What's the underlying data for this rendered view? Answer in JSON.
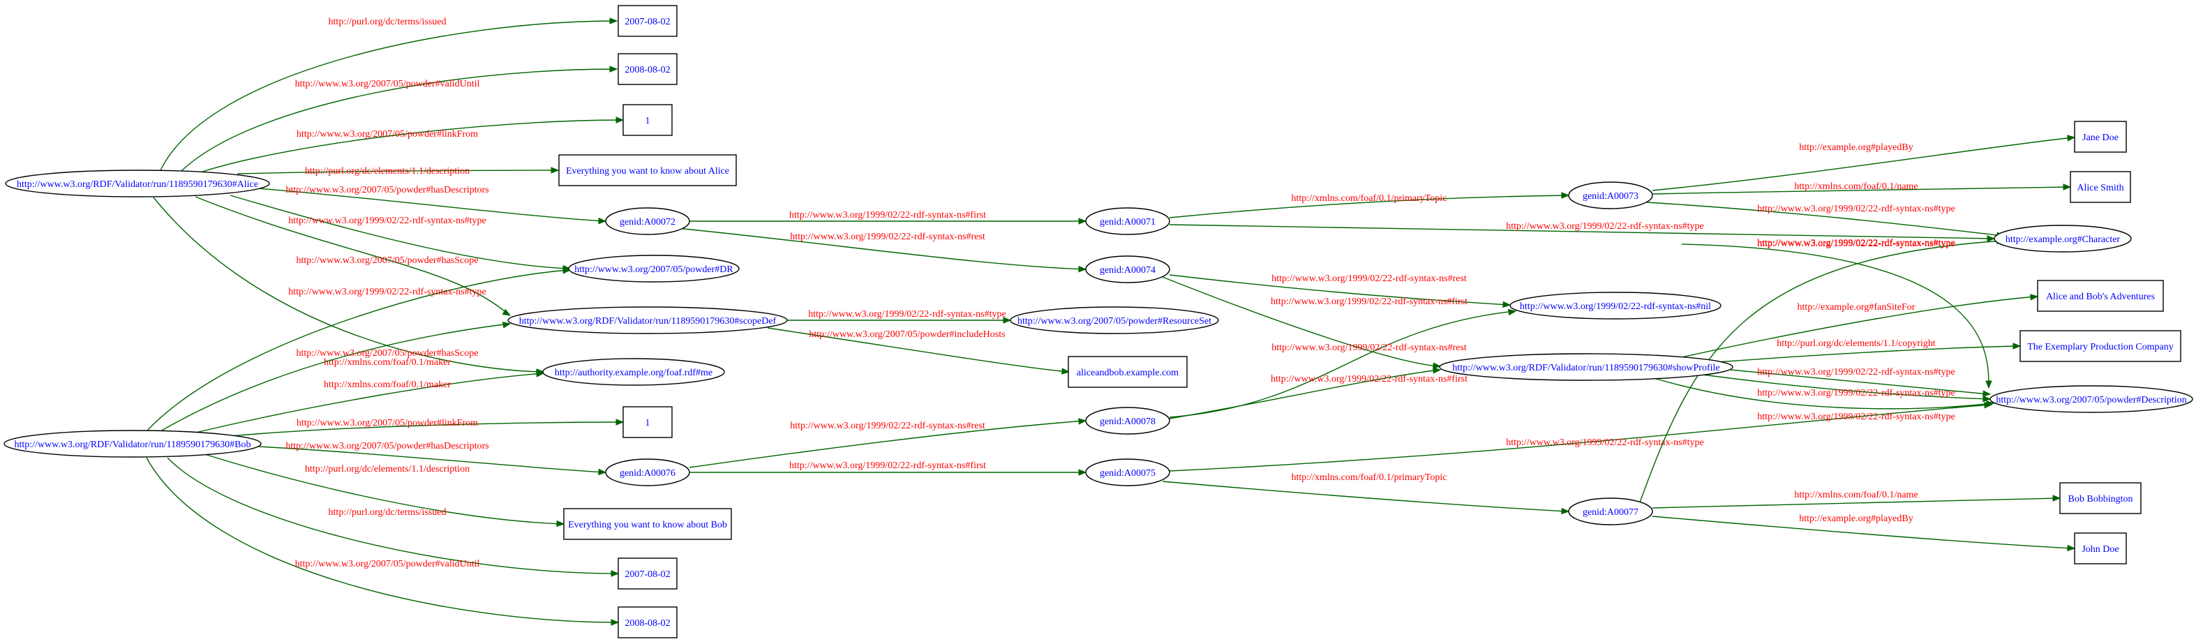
{
  "colors": {
    "node_text": "#0000ff",
    "edge_label": "#ff0000",
    "edge_line": "#006400",
    "node_border": "#000000"
  },
  "nodes": {
    "alice": "http://www.w3.org/RDF/Validator/run/1189590179630#Alice",
    "bob": "http://www.w3.org/RDF/Validator/run/1189590179630#Bob",
    "scopedef": "http://www.w3.org/RDF/Validator/run/1189590179630#scopeDef",
    "showprofile": "http://www.w3.org/RDF/Validator/run/1189590179630#showProfile",
    "dr": "http://www.w3.org/2007/05/powder#DR",
    "rs": "http://www.w3.org/2007/05/powder#ResourceSet",
    "me": "http://authority.example.org/foaf.rdf#me",
    "nil": "http://www.w3.org/1999/02/22-rdf-syntax-ns#nil",
    "character": "http://example.org#Character",
    "desc": "http://www.w3.org/2007/05/powder#Description",
    "b72": "genid:A00072",
    "b71": "genid:A00071",
    "b74": "genid:A00074",
    "b73": "genid:A00073",
    "b76": "genid:A00076",
    "b78": "genid:A00078",
    "b75": "genid:A00075",
    "b77": "genid:A00077",
    "a_issued": "2007-08-02",
    "a_valid": "2008-08-02",
    "a_link": "1",
    "a_desc": "Everything you want to know about Alice",
    "b_link": "1",
    "b_desc": "Everything you want to know about Bob",
    "b_issued": "2007-08-02",
    "b_valid": "2008-08-02",
    "incl": "aliceandbob.example.com",
    "janedoe": "Jane Doe",
    "alicesmith": "Alice Smith",
    "adventures": "Alice and Bob's Adventures",
    "company": "The Exemplary Production Company",
    "bobbob": "Bob Bobbington",
    "johndoe": "John Doe"
  },
  "edges": {
    "issued": "http://purl.org/dc/terms/issued",
    "valid": "http://www.w3.org/2007/05/powder#validUntil",
    "link": "http://www.w3.org/2007/05/powder#linkFrom",
    "desc": "http://purl.org/dc/elements/1.1/description",
    "hasdesc": "http://www.w3.org/2007/05/powder#hasDescriptors",
    "type": "http://www.w3.org/1999/02/22-rdf-syntax-ns#type",
    "hasscope": "http://www.w3.org/2007/05/powder#hasScope",
    "maker": "http://xmlns.com/foaf/0.1/maker",
    "first": "http://www.w3.org/1999/02/22-rdf-syntax-ns#first",
    "rest": "http://www.w3.org/1999/02/22-rdf-syntax-ns#rest",
    "includehosts": "http://www.w3.org/2007/05/powder#includeHosts",
    "primarytopic": "http://xmlns.com/foaf/0.1/primaryTopic",
    "playedby": "http://example.org#playedBy",
    "name": "http://xmlns.com/foaf/0.1/name",
    "fansite": "http://example.org#fanSiteFor",
    "copyright": "http://purl.org/dc/elements/1.1/copyright"
  }
}
